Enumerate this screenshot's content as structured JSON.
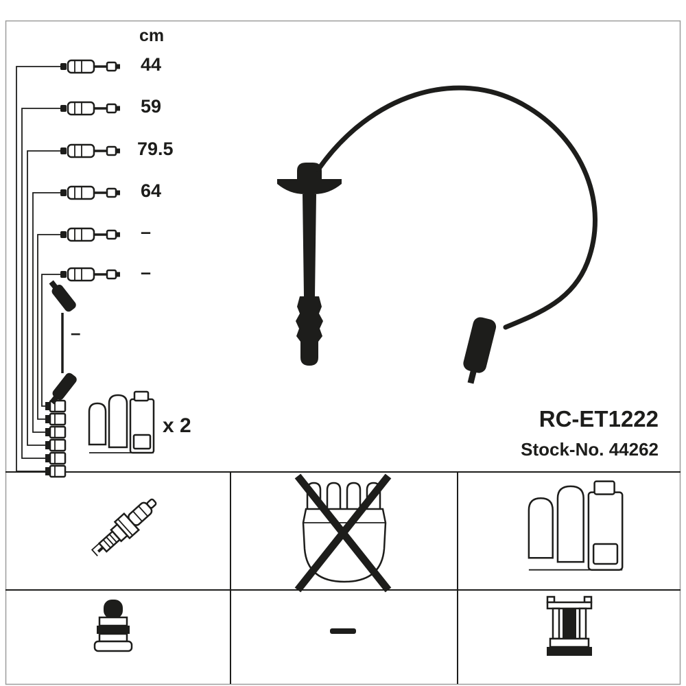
{
  "product": {
    "part_number": "RC-ET1222",
    "stock_number": "Stock-No. 44262"
  },
  "measurements": {
    "unit_header": "cm",
    "cable_lengths": [
      {
        "length": "44"
      },
      {
        "length": "59"
      },
      {
        "length": "79.5"
      },
      {
        "length": "64"
      },
      {
        "length": "–"
      },
      {
        "length": "–"
      }
    ],
    "coil_lead_length": "–"
  },
  "coil": {
    "quantity_label": "x 2"
  },
  "legend_grid": {
    "cells": [
      {
        "icon": "spark-plug-icon",
        "crossed_out": false
      },
      {
        "icon": "distributor-cap-icon",
        "crossed_out": true
      },
      {
        "icon": "ignition-coil-icon",
        "crossed_out": false
      },
      {
        "icon": "plug-boot-icon",
        "crossed_out": false
      },
      {
        "icon": "dash-icon",
        "crossed_out": false
      },
      {
        "icon": "terminal-post-icon",
        "crossed_out": false
      }
    ]
  },
  "colors": {
    "ink": "#1d1d1b",
    "frame": "#9d9d9c",
    "background": "#ffffff"
  }
}
